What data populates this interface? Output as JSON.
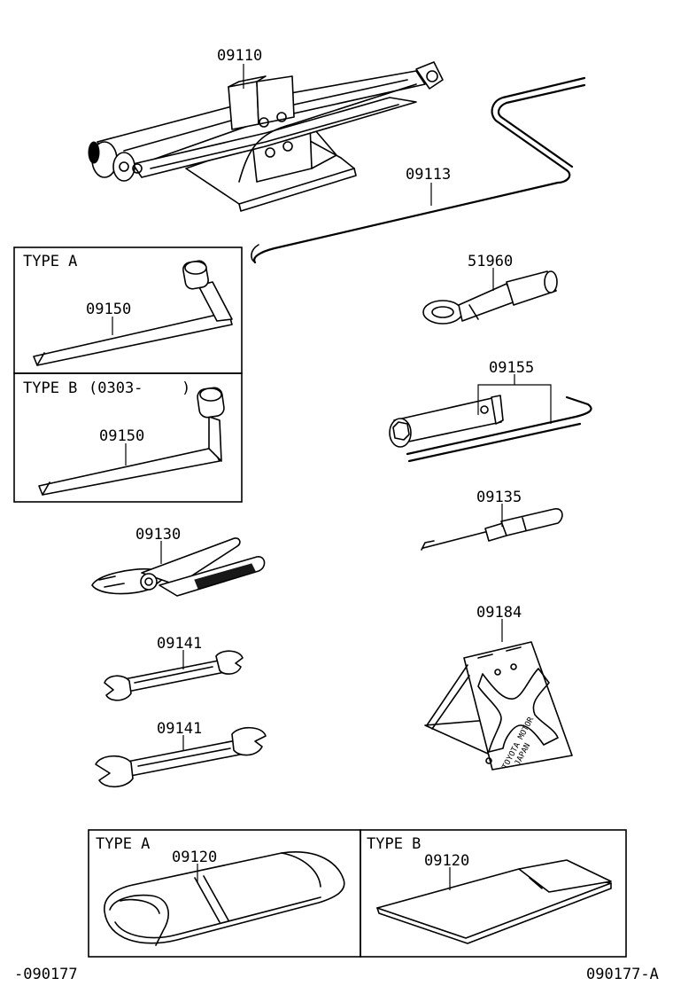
{
  "parts": {
    "jack": {
      "number": "09110"
    },
    "jack_handle": {
      "number": "09113"
    },
    "towing_eye": {
      "number": "51960"
    },
    "wrench_type_a": {
      "number": "09150"
    },
    "wrench_type_b": {
      "number": "09150"
    },
    "spark_plug_wrench": {
      "number": "09155"
    },
    "screwdriver": {
      "number": "09135"
    },
    "pliers": {
      "number": "09130"
    },
    "wrench_small": {
      "number": "09141"
    },
    "wrench_large": {
      "number": "09141"
    },
    "triangle_plate": {
      "number": "09184"
    },
    "tool_bag_type_a": {
      "number": "09120"
    },
    "tool_bag_type_b": {
      "number": "09120"
    }
  },
  "boxes": {
    "type_a_label": "TYPE  A",
    "type_b_label": "TYPE  B",
    "type_b_date": "(0303-",
    "type_b_date_close": ")",
    "bag_a_label": "TYPE  A",
    "bag_b_label": "TYPE  B"
  },
  "plate_text": {
    "line1": "TOYOTA MOTOR",
    "line2": "JAPAN"
  },
  "footer": {
    "left_code": "-090177",
    "right_code": "090177-A"
  }
}
